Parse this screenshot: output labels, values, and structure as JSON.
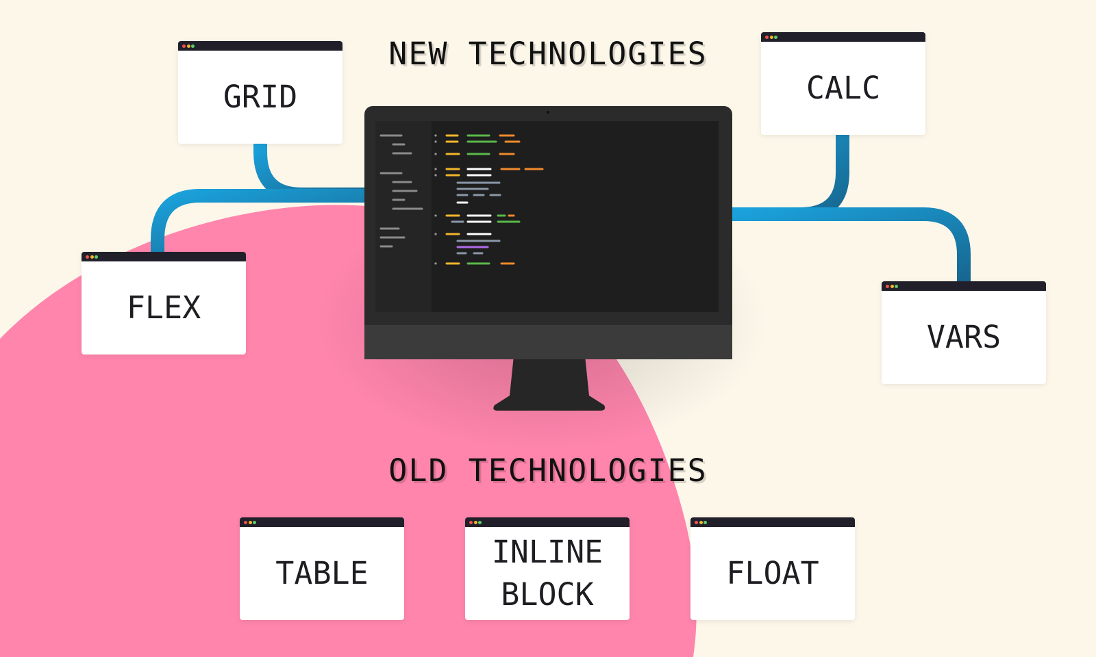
{
  "headings": {
    "new": "NEW TECHNOLOGIES",
    "old": "OLD TECHNOLOGIES"
  },
  "new_technologies": [
    {
      "id": "grid",
      "label": "GRID"
    },
    {
      "id": "flex",
      "label": "FLEX"
    },
    {
      "id": "calc",
      "label": "CALC"
    },
    {
      "id": "vars",
      "label": "VARS"
    }
  ],
  "old_technologies": [
    {
      "id": "table",
      "label": "TABLE"
    },
    {
      "id": "inline-block",
      "label": "INLINE\nBLOCK"
    },
    {
      "id": "float",
      "label": "FLOAT"
    }
  ],
  "colors": {
    "background": "#fdf7ea",
    "blob": "#ff85ad",
    "connector": "#1f8ec9",
    "monitor": "#2b2b2b",
    "screen": "#1e1e1e"
  },
  "icons": {
    "window_controls": "traffic-light-dots",
    "center": "computer-monitor-icon"
  }
}
